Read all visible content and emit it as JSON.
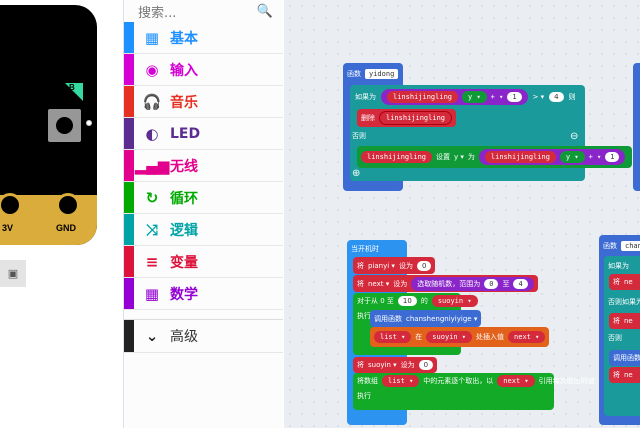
{
  "simulator": {
    "pin_3v": "3V",
    "pin_gnd": "GND",
    "button_b": "B",
    "screenshot_icon": "screenshot-icon"
  },
  "toolbox": {
    "search_placeholder": "搜索...",
    "categories": [
      {
        "label": "基本",
        "color": "#1e90ff",
        "icon": "▦"
      },
      {
        "label": "输入",
        "color": "#d400d4",
        "icon": "◉"
      },
      {
        "label": "音乐",
        "color": "#e63022",
        "icon": "🎧"
      },
      {
        "label": "LED",
        "color": "#5c2d91",
        "icon": "◐"
      },
      {
        "label": "无线",
        "color": "#e3008c",
        "icon": "▂▄▆"
      },
      {
        "label": "循环",
        "color": "#00aa00",
        "icon": "↻"
      },
      {
        "label": "逻辑",
        "color": "#00a4a6",
        "icon": "⤨"
      },
      {
        "label": "变量",
        "color": "#dc143c",
        "icon": "≡"
      },
      {
        "label": "数学",
        "color": "#9400d3",
        "icon": "▦"
      }
    ],
    "advanced": "高级"
  },
  "blocks": {
    "fn1": {
      "header": "函数",
      "name": "yidong",
      "if": "如果为",
      "var": "linshijingling",
      "y": "y ▾",
      "plus": "+ ▾",
      "one": "1",
      "gt": "> ▾",
      "four": "4",
      "then": "则",
      "delete": "删除",
      "else": "否则",
      "set": "设置",
      "to": "为"
    },
    "start": {
      "header": "当开机时",
      "set": "将",
      "pianyi": "pianyi ▾",
      "set_to": "设为",
      "zero": "0",
      "next": "next ▾",
      "random": "选取随机数，范围为",
      "from0": "0",
      "to": "至",
      "to4": "4",
      "for": "对于从 0 至",
      "ten": "10",
      "of": "的",
      "suoyin": "suoyin ▾",
      "do": "执行",
      "call": "调用函数",
      "fname": "chanshengniyiyige ▾",
      "list": "list ▾",
      "at": "在",
      "insert": "处插入值",
      "foreach1": "将数组",
      "foreach2": "中的元素逐个取出，以",
      "foreach3": "引用每次取出的值"
    },
    "fn2": {
      "header": "函数",
      "name": "chansh",
      "if": "如果为",
      "elseif": "否则如果为",
      "else": "否则",
      "call": "调用函数",
      "set": "将",
      "ne": "ne"
    }
  }
}
